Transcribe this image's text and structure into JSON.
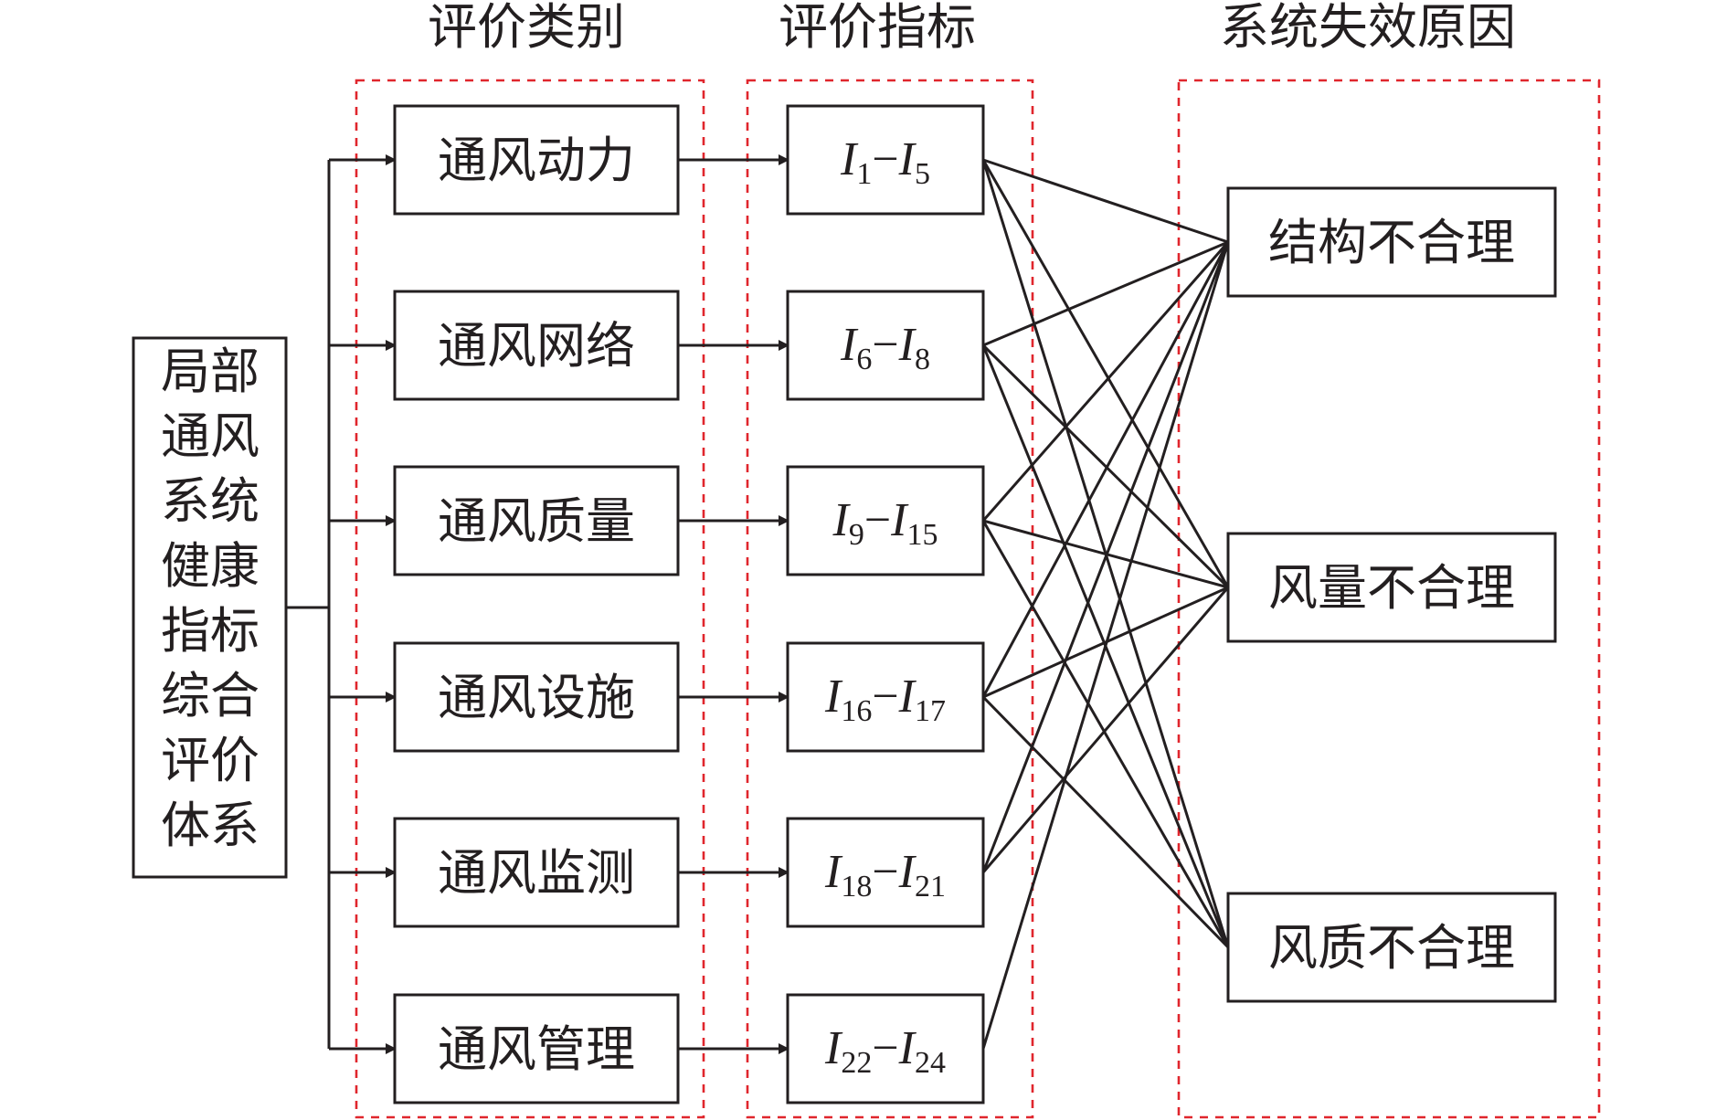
{
  "headers": {
    "category": "评价类别",
    "indicator": "评价指标",
    "cause": "系统失效原因"
  },
  "root": "局部通风系统健康指标综合评价体系",
  "categories": [
    "通风动力",
    "通风网络",
    "通风质量",
    "通风设施",
    "通风监测",
    "通风管理"
  ],
  "indicators": [
    {
      "from": "1",
      "to": "5"
    },
    {
      "from": "6",
      "to": "8"
    },
    {
      "from": "9",
      "to": "15"
    },
    {
      "from": "16",
      "to": "17"
    },
    {
      "from": "18",
      "to": "21"
    },
    {
      "from": "22",
      "to": "24"
    }
  ],
  "indicator_symbol": "I",
  "indicator_dash": "−",
  "causes": [
    "结构不合理",
    "风量不合理",
    "风质不合理"
  ],
  "links": [
    [
      0,
      0
    ],
    [
      0,
      1
    ],
    [
      0,
      2
    ],
    [
      1,
      0
    ],
    [
      1,
      1
    ],
    [
      1,
      2
    ],
    [
      2,
      0
    ],
    [
      2,
      1
    ],
    [
      2,
      2
    ],
    [
      3,
      0
    ],
    [
      3,
      1
    ],
    [
      3,
      2
    ],
    [
      4,
      0
    ],
    [
      4,
      1
    ],
    [
      5,
      0
    ]
  ],
  "colors": {
    "line": "#231f20",
    "dashed_frame": "#e0262d"
  }
}
